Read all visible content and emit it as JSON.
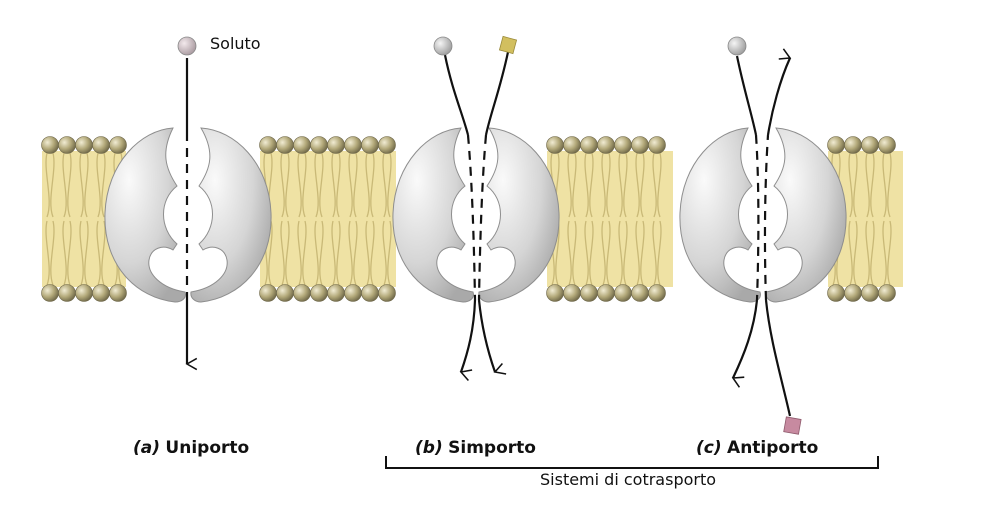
{
  "solute_label": "Soluto",
  "panels": [
    {
      "letter": "(a)",
      "name": "Uniporto"
    },
    {
      "letter": "(b)",
      "name": "Simporto"
    },
    {
      "letter": "(c)",
      "name": "Antiporto"
    }
  ],
  "cotransport_label": "Sistemi di cotrasporto",
  "colors": {
    "lipid_head": "#b3a97a",
    "lipid_tail": "#efe2a4",
    "protein": "#d5d5d5",
    "protein_edge": "#8e8e8e",
    "solute_gray": "#c4c4c4",
    "solute_yellow": "#d2bf5f",
    "solute_pink": "#c78aa0",
    "arrow": "#111111"
  }
}
